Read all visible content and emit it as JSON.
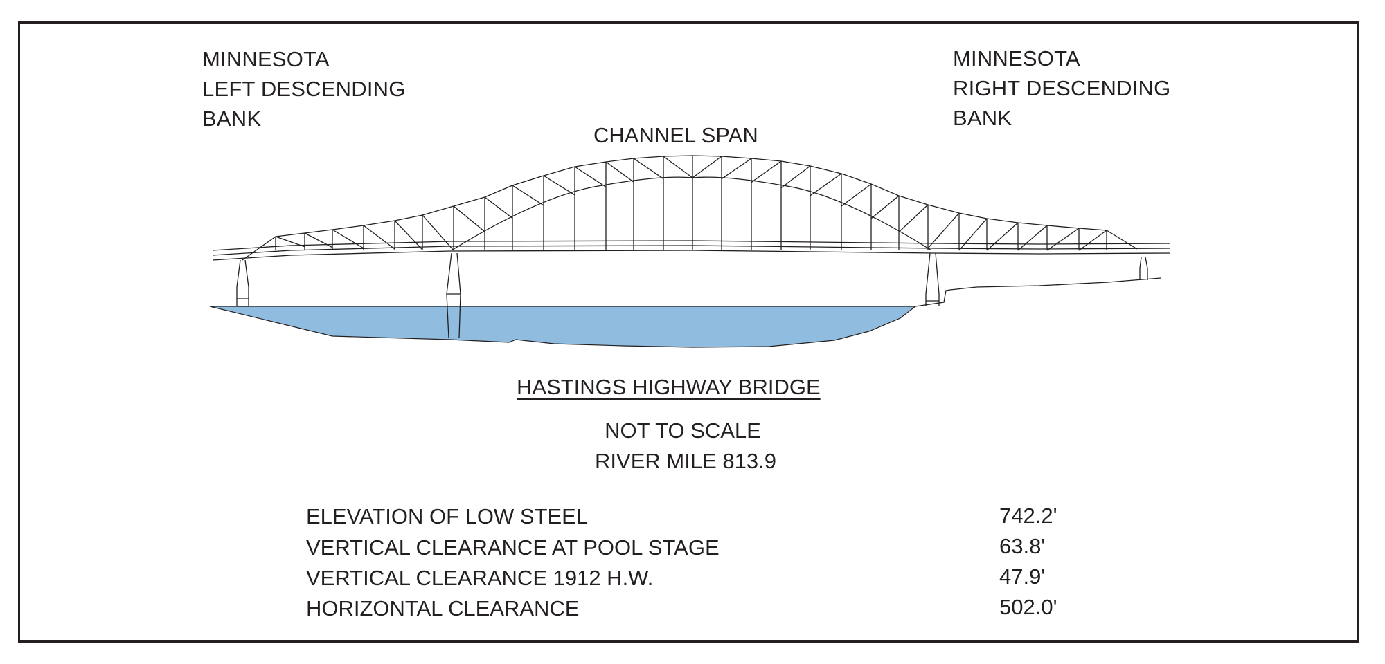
{
  "banks": {
    "left": [
      "MINNESOTA",
      "LEFT DESCENDING",
      "BANK"
    ],
    "right": [
      "MINNESOTA",
      "RIGHT DESCENDING",
      "BANK"
    ]
  },
  "channel_span_label": "CHANNEL SPAN",
  "bridge_name": "HASTINGS HIGHWAY BRIDGE",
  "scale_note": "NOT TO SCALE",
  "river_mile": "RIVER MILE 813.9",
  "clearances": [
    {
      "label": "ELEVATION OF LOW STEEL",
      "value": "742.2'"
    },
    {
      "label": "VERTICAL CLEARANCE AT POOL STAGE",
      "value": "63.8'"
    },
    {
      "label": "VERTICAL CLEARANCE 1912 H.W.",
      "value": "47.9'"
    },
    {
      "label": "HORIZONTAL CLEARANCE",
      "value": "502.0'"
    }
  ],
  "colors": {
    "water": "#8fbcdf",
    "line": "#231f20"
  }
}
